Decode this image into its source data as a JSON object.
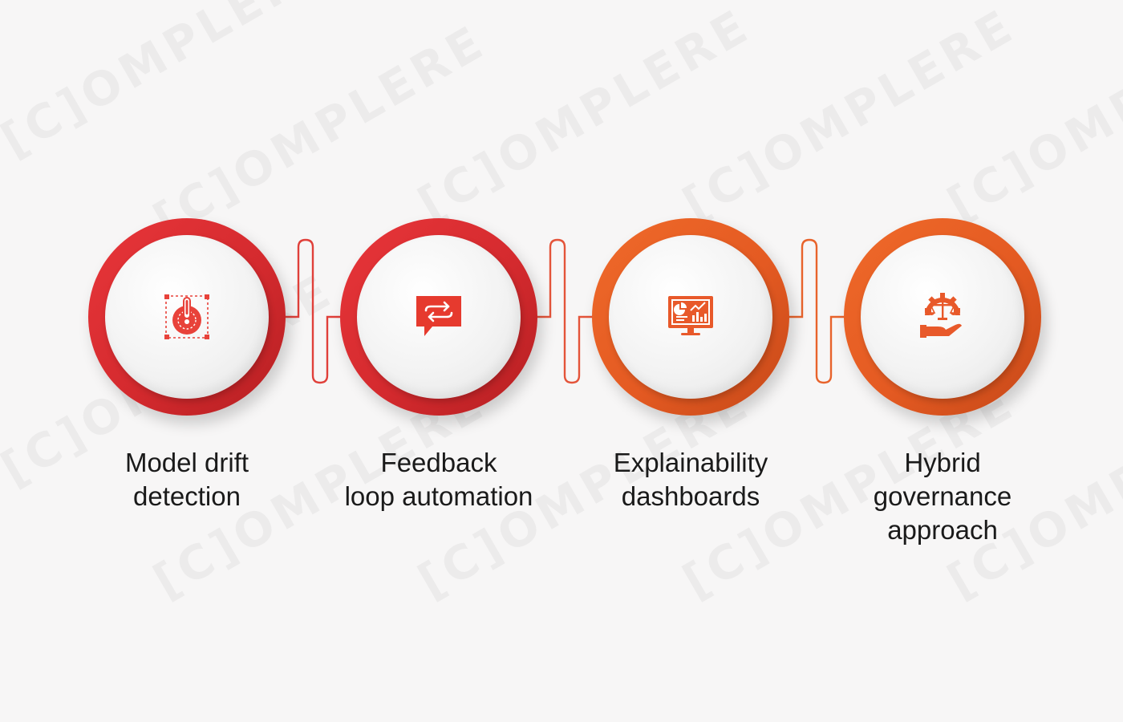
{
  "watermark": {
    "text": "[C]OMPLERE"
  },
  "colors": {
    "red": "#d42a2e",
    "orange": "#e45a22",
    "connector_red": "#e0403a",
    "connector_orange": "#e8632b",
    "text": "#1a1a1a"
  },
  "steps": [
    {
      "id": "model-drift-detection",
      "color": "red",
      "icon": "drift-detection-icon",
      "label_lines": [
        "Model drift",
        "detection"
      ]
    },
    {
      "id": "feedback-loop-automation",
      "color": "red",
      "icon": "feedback-loop-chat-icon",
      "label_lines": [
        "Feedback",
        "loop automation"
      ]
    },
    {
      "id": "explainability-dashboards",
      "color": "orange",
      "icon": "dashboard-monitor-icon",
      "label_lines": [
        "Explainability",
        "dashboards"
      ]
    },
    {
      "id": "hybrid-governance-approach",
      "color": "orange",
      "icon": "governance-gear-scale-icon",
      "label_lines": [
        "Hybrid",
        "governance",
        "approach"
      ]
    }
  ]
}
